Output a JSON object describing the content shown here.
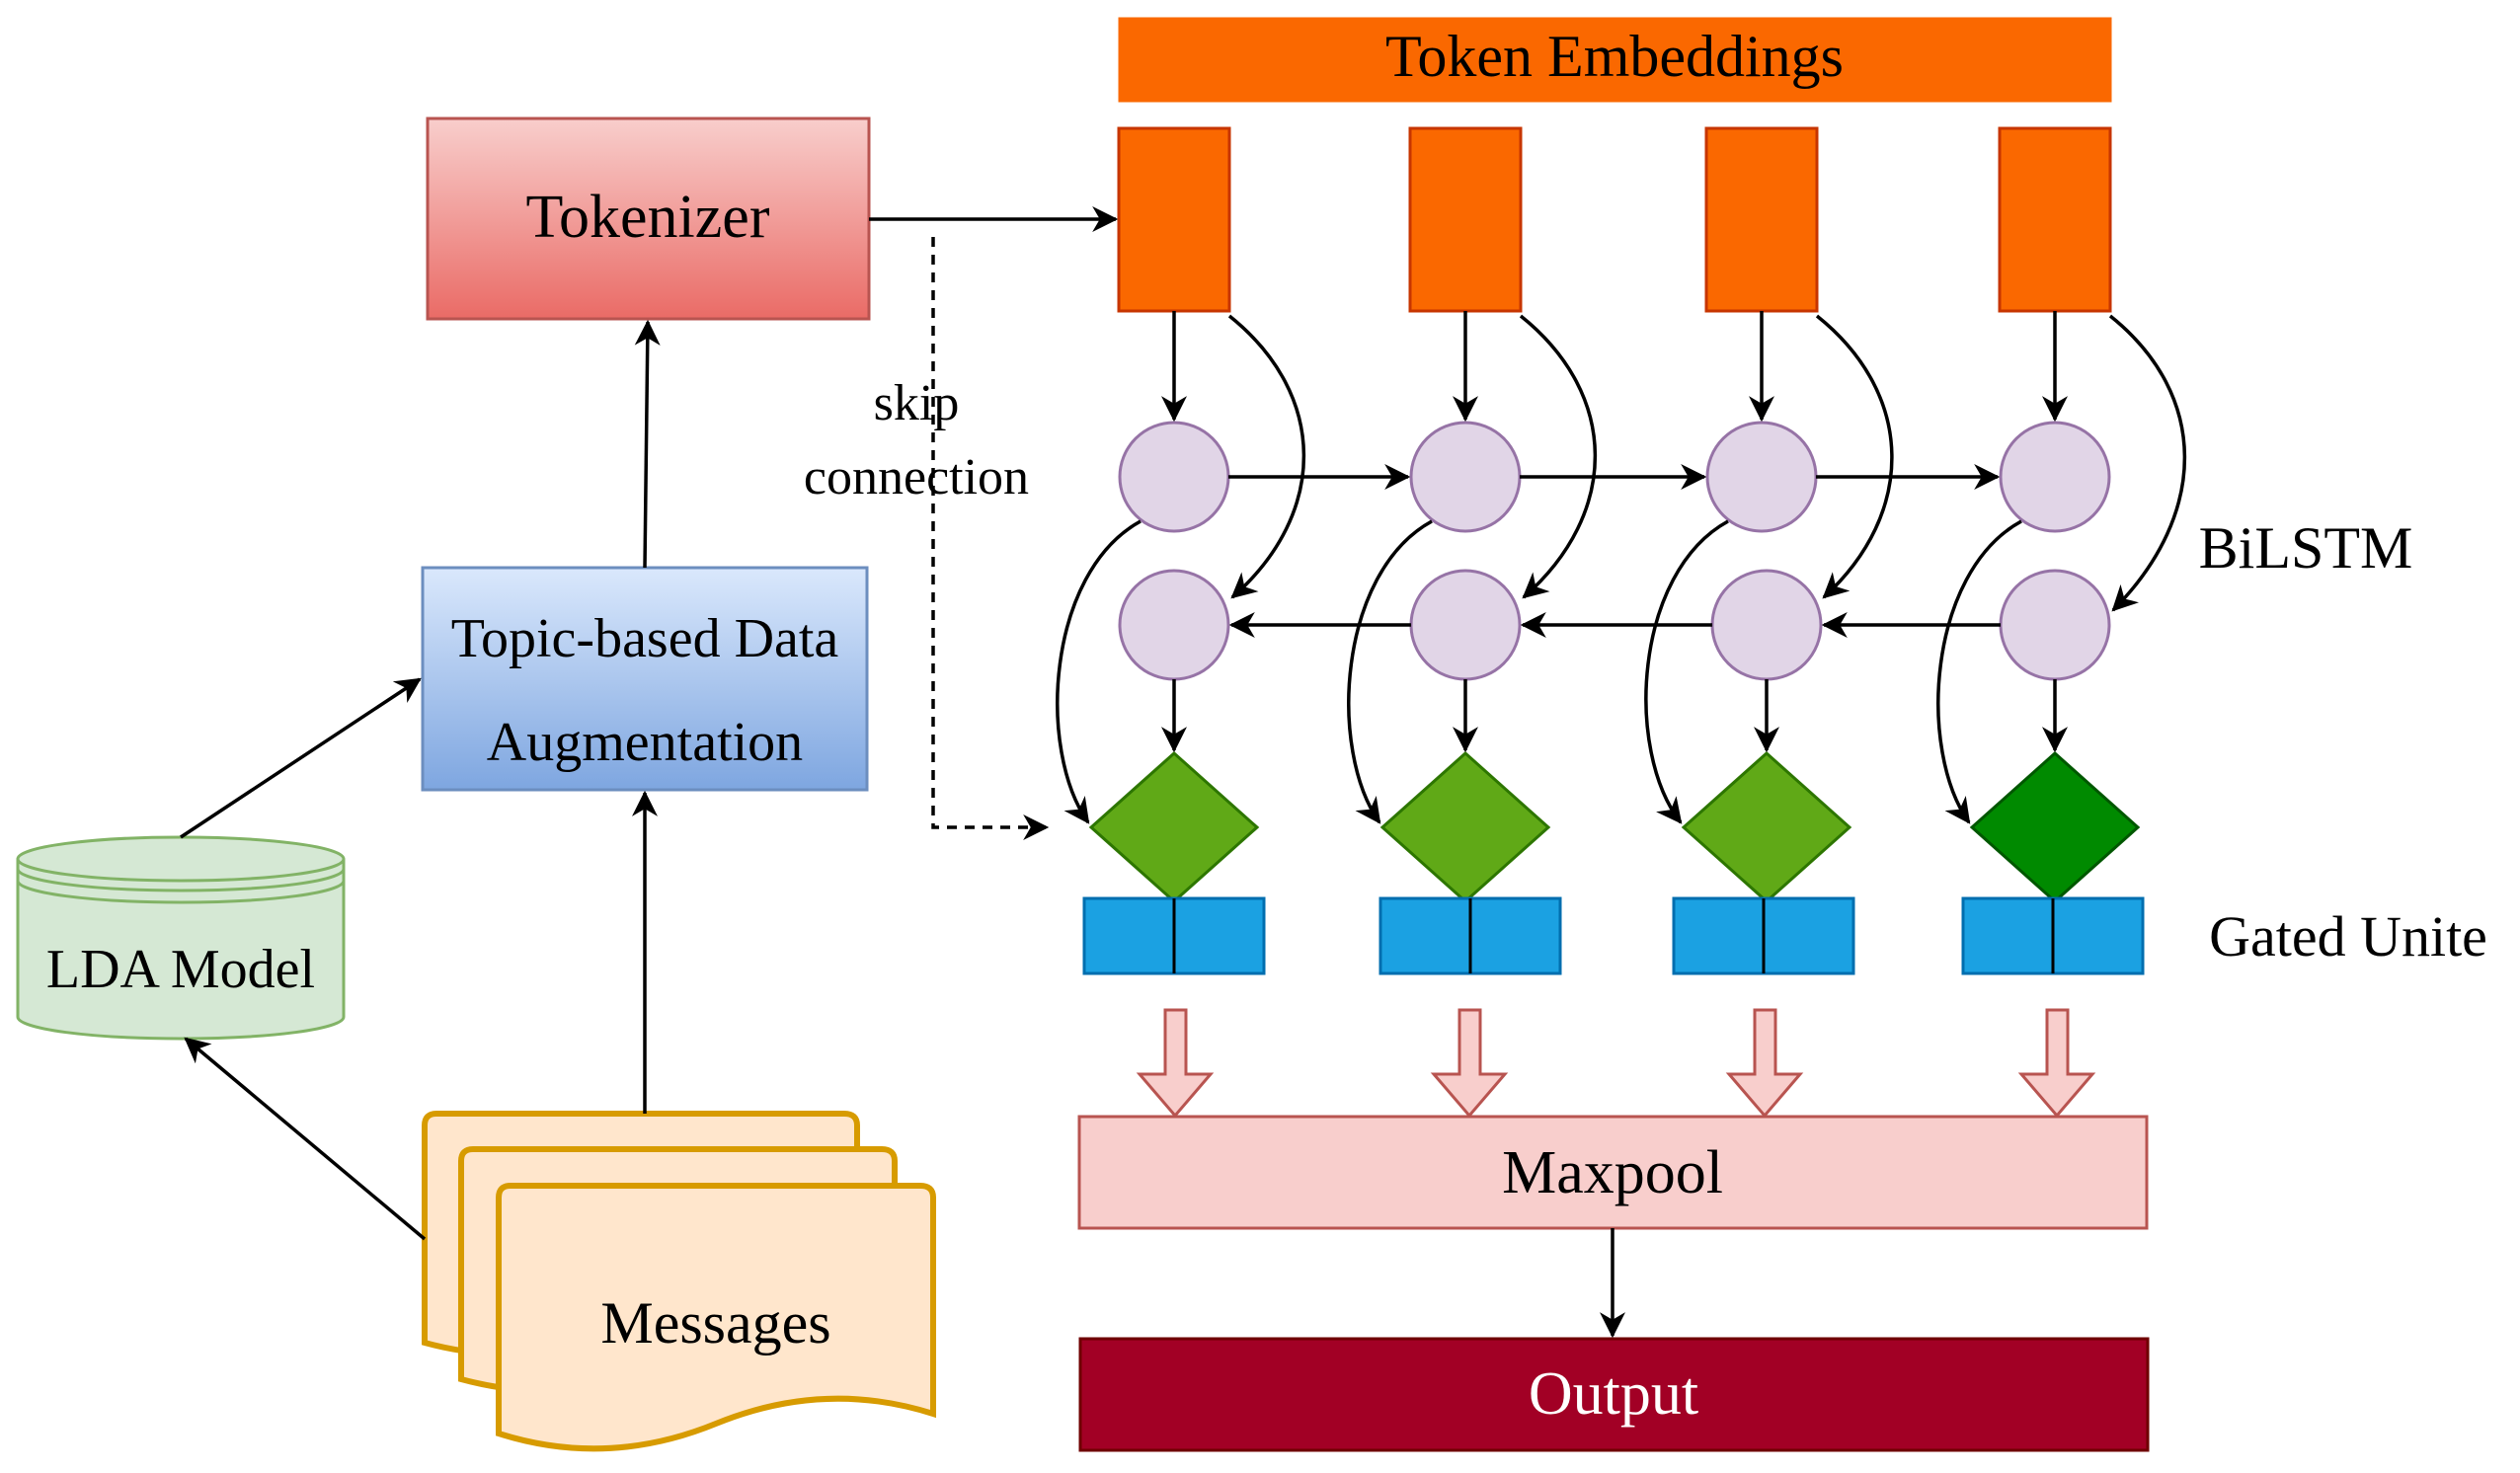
{
  "diagram": {
    "token_embeddings": {
      "label": "Token Embeddings"
    },
    "tokenizer": {
      "label": "Tokenizer"
    },
    "augmentation": {
      "line1": "Topic-based Data",
      "line2": "Augmentation"
    },
    "lda": {
      "label": "LDA Model"
    },
    "messages": {
      "label": "Messages"
    },
    "skip": {
      "line1": "skip",
      "line2": "connection"
    },
    "bilstm": {
      "label": "BiLSTM"
    },
    "gated": {
      "label": "Gated Unite"
    },
    "maxpool": {
      "label": "Maxpool"
    },
    "output": {
      "label": "Output"
    },
    "columns": 4
  },
  "colors": {
    "orange": "#fa6800",
    "orange_stroke": "#c73500",
    "tokenizer_top": "#f8cecc",
    "tokenizer_bottom": "#ea6b66",
    "tokenizer_stroke": "#b85450",
    "aug_top": "#dae8fc",
    "aug_bottom": "#7ea6e0",
    "aug_stroke": "#6c8ebf",
    "lda_fill": "#d5e8d4",
    "lda_stroke": "#82b366",
    "msg_fill": "#ffe6cc",
    "msg_stroke": "#d79b00",
    "lstm_fill": "#e1d5e7",
    "lstm_stroke": "#9673a6",
    "gate_fill": "#60a917",
    "gate_stroke": "#2d7600",
    "gate_dark": "#008a00",
    "gate_dark_stroke": "#005700",
    "blue": "#1ba1e2",
    "blue_stroke": "#006eaf",
    "maxpool_fill": "#f8cecc",
    "maxpool_stroke": "#b85450",
    "output_fill": "#a20025",
    "output_stroke": "#6f0000"
  }
}
